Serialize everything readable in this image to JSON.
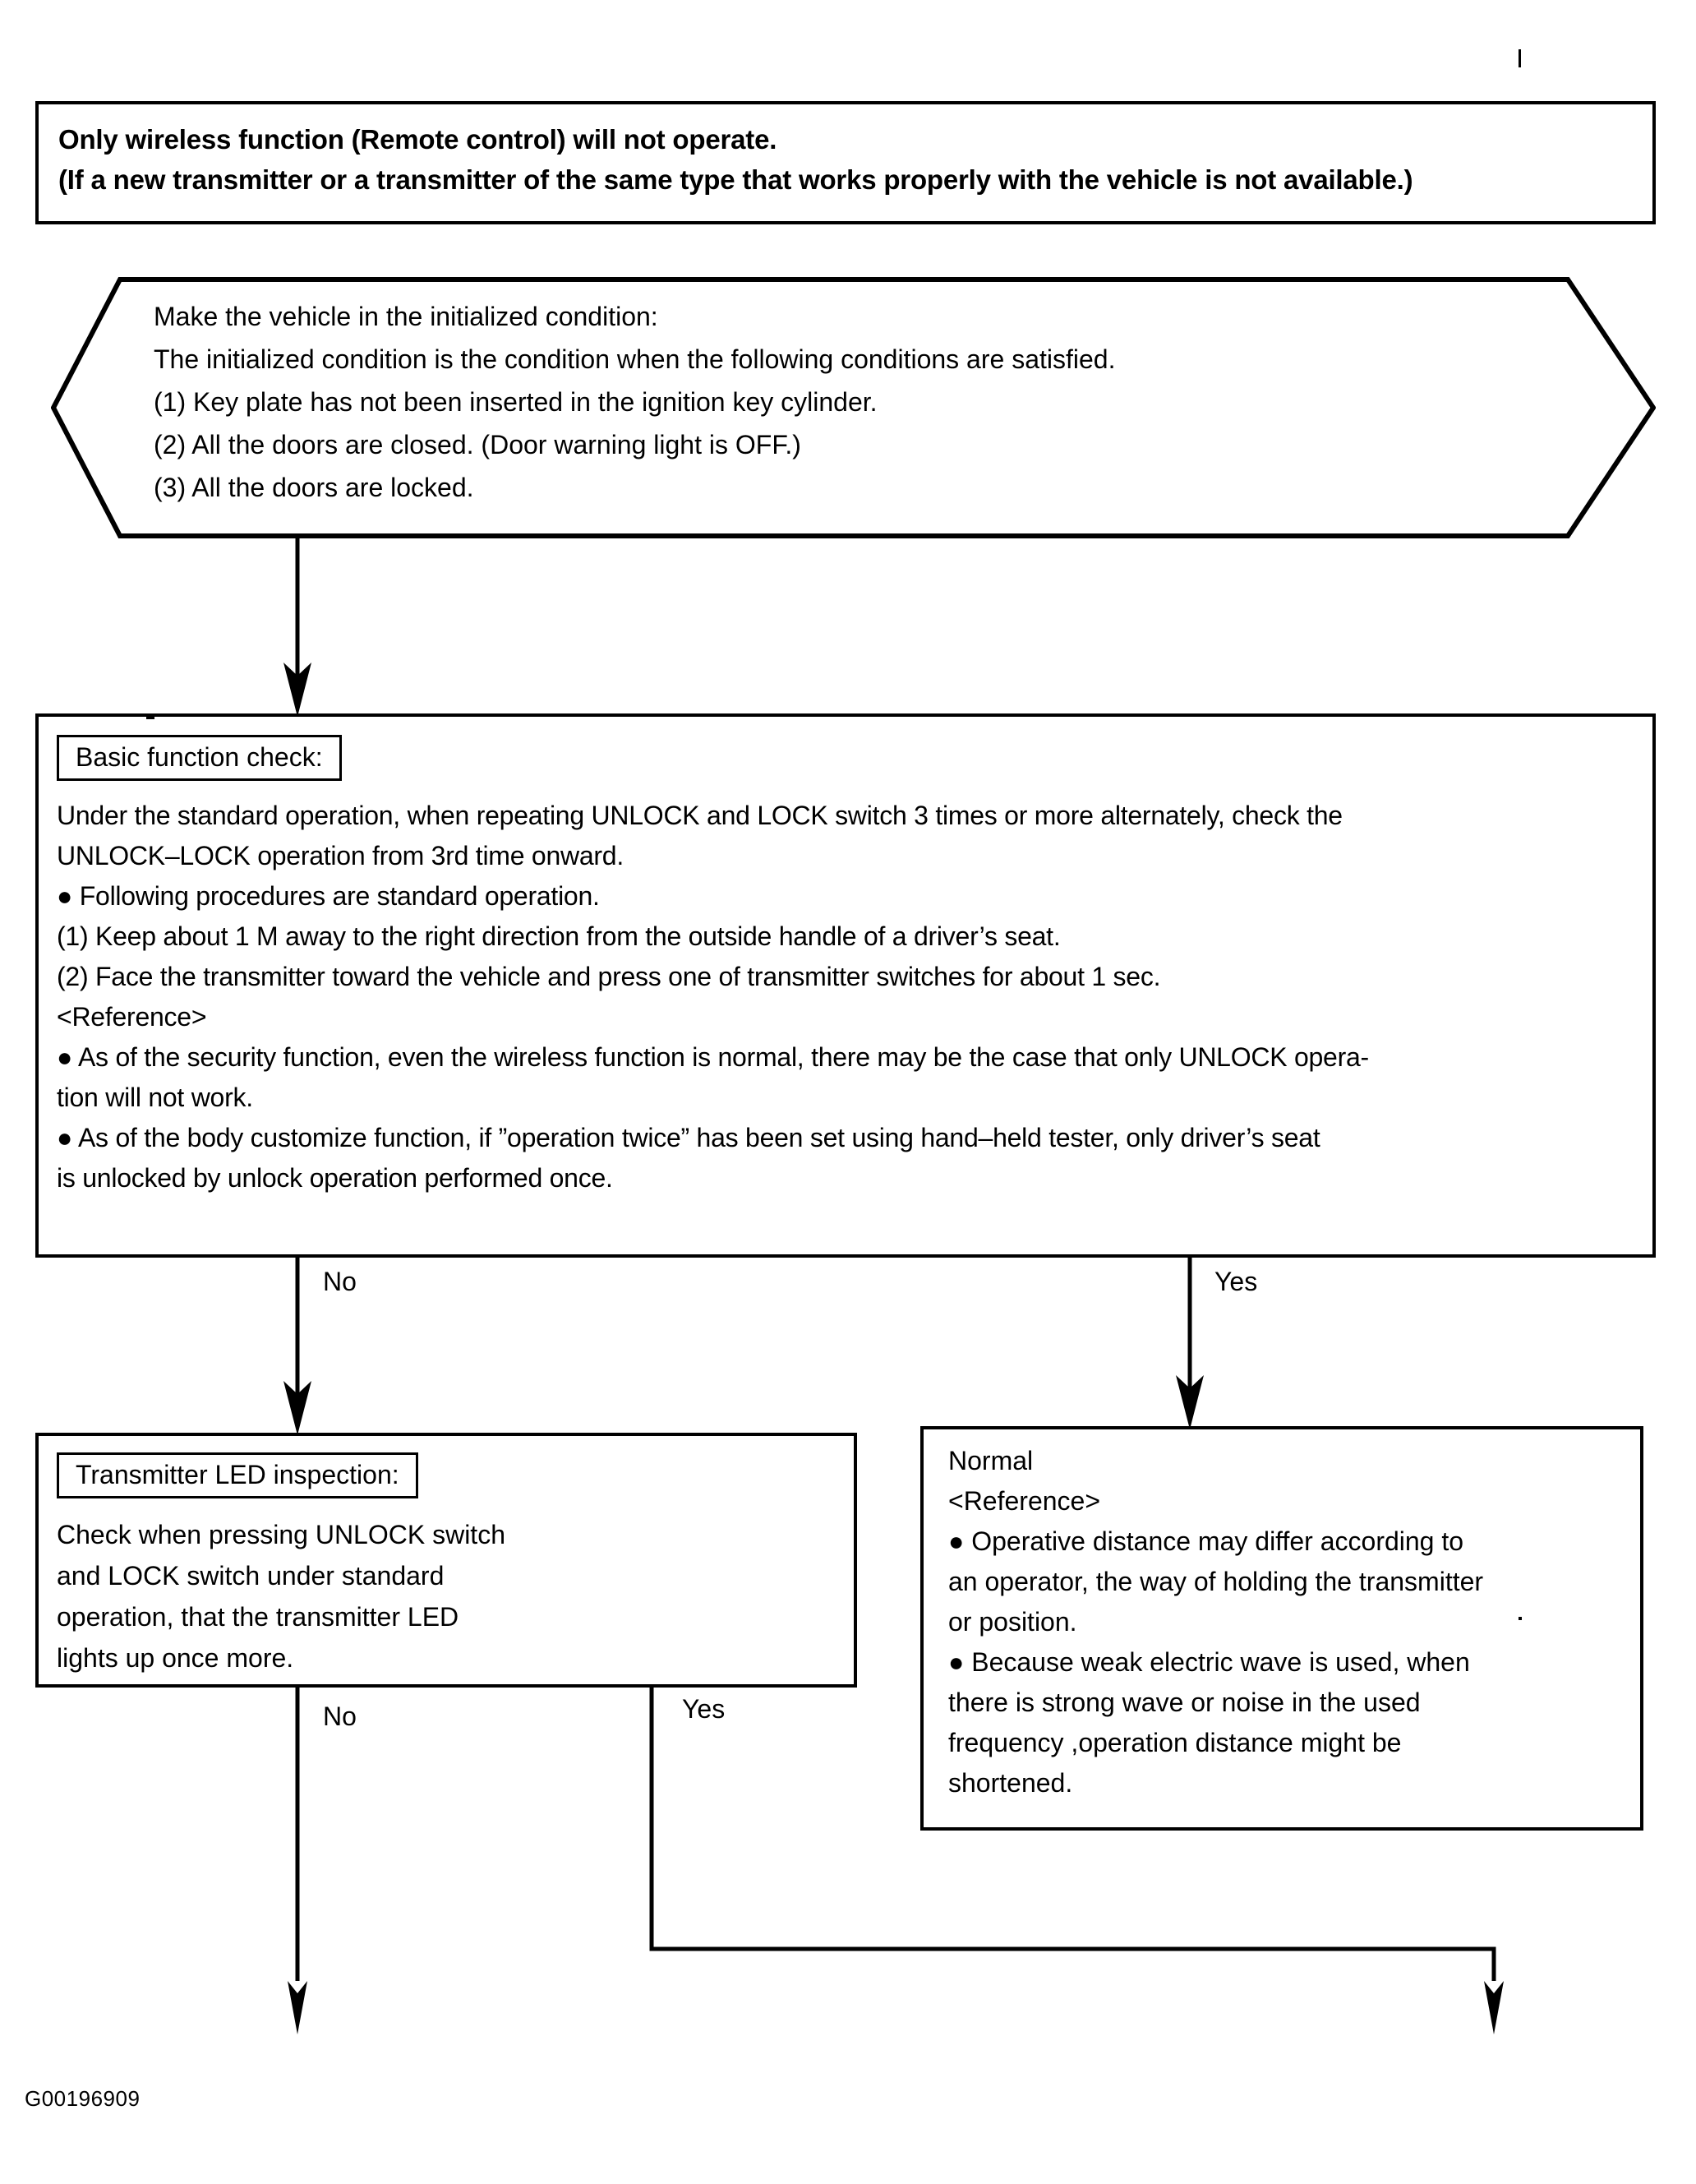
{
  "document": {
    "figure_id": "G00196909",
    "type": "troubleshooting-flowchart",
    "ink_color": "#000000",
    "background_color": "#ffffff"
  },
  "top_statement": {
    "line1": "Only wireless function (Remote control) will not operate.",
    "line2": "(If a new transmitter or a transmitter of the same type that works properly with the vehicle is not available.)"
  },
  "precondition": {
    "shape": "hexagon",
    "line1": "Make the vehicle in the initialized condition:",
    "line2": "The initialized condition is the condition when the following conditions are satisfied.",
    "line3": "(1) Key plate has not been inserted in the ignition key cylinder.",
    "line4": "(2) All the doors are closed. (Door warning light is OFF.)",
    "line5": "(3) All the doors are locked."
  },
  "basic_check": {
    "title": "Basic function check:",
    "line1": "Under the standard operation, when repeating UNLOCK and LOCK switch 3 times or more alternately, check the",
    "line2": "UNLOCK–LOCK operation from 3rd time onward.",
    "line3": "● Following procedures are standard operation.",
    "line4": "(1) Keep about 1 M away to the right direction from the outside handle of a driver’s seat.",
    "line5": "(2) Face the transmitter toward the vehicle and press one of transmitter switches for about 1 sec.",
    "line6": "<Reference>",
    "line7": "● As of the security function, even the wireless function is normal, there may be the case that only UNLOCK opera-",
    "line8": "tion will not work.",
    "line9": "● As of the body customize function, if ”operation twice” has been set using hand–held tester, only driver’s seat",
    "line10": "is unlocked by unlock operation performed once."
  },
  "led_check": {
    "title": "Transmitter LED inspection:",
    "line1": "Check when pressing UNLOCK switch",
    "line2": "and LOCK switch under standard",
    "line3": "operation, that the transmitter LED",
    "line4": "lights up once more."
  },
  "normal_result": {
    "line1": "Normal",
    "line2": "<Reference>",
    "line3": "● Operative distance may differ according to",
    "line4": "an operator, the way of holding the transmitter",
    "line5": "or position.",
    "line6": "● Because weak electric wave is used, when",
    "line7": "there is strong wave or noise in the used",
    "line8": "frequency ,operation distance might be",
    "line9": "shortened."
  },
  "branches": {
    "basic_no": "No",
    "basic_yes": "Yes",
    "led_no": "No",
    "led_yes": "Yes"
  }
}
